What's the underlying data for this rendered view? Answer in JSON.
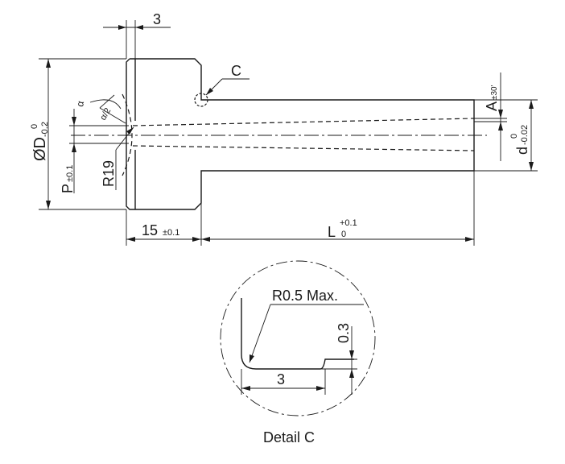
{
  "labels": {
    "top_width": "3",
    "detail_callout": "C",
    "diameter_D": "ØD",
    "D_tol_upper": "0",
    "D_tol_lower": "-0.2",
    "angle_alpha": "α",
    "angle_half": "α/2",
    "P_label": "P",
    "P_tol": "±0.1",
    "radius": "R19",
    "A_label": "A",
    "A_tol": "±30'",
    "d_label": "d",
    "d_tol_upper": "0",
    "d_tol_lower": "-0.02",
    "head_length": "15",
    "head_length_tol": "±0.1",
    "L_label": "L",
    "L_tol_upper": "+0.1",
    "L_tol_lower": "0",
    "detail_radius": "R0.5 Max.",
    "detail_height": "0.3",
    "detail_width": "3",
    "detail_title": "Detail C"
  }
}
